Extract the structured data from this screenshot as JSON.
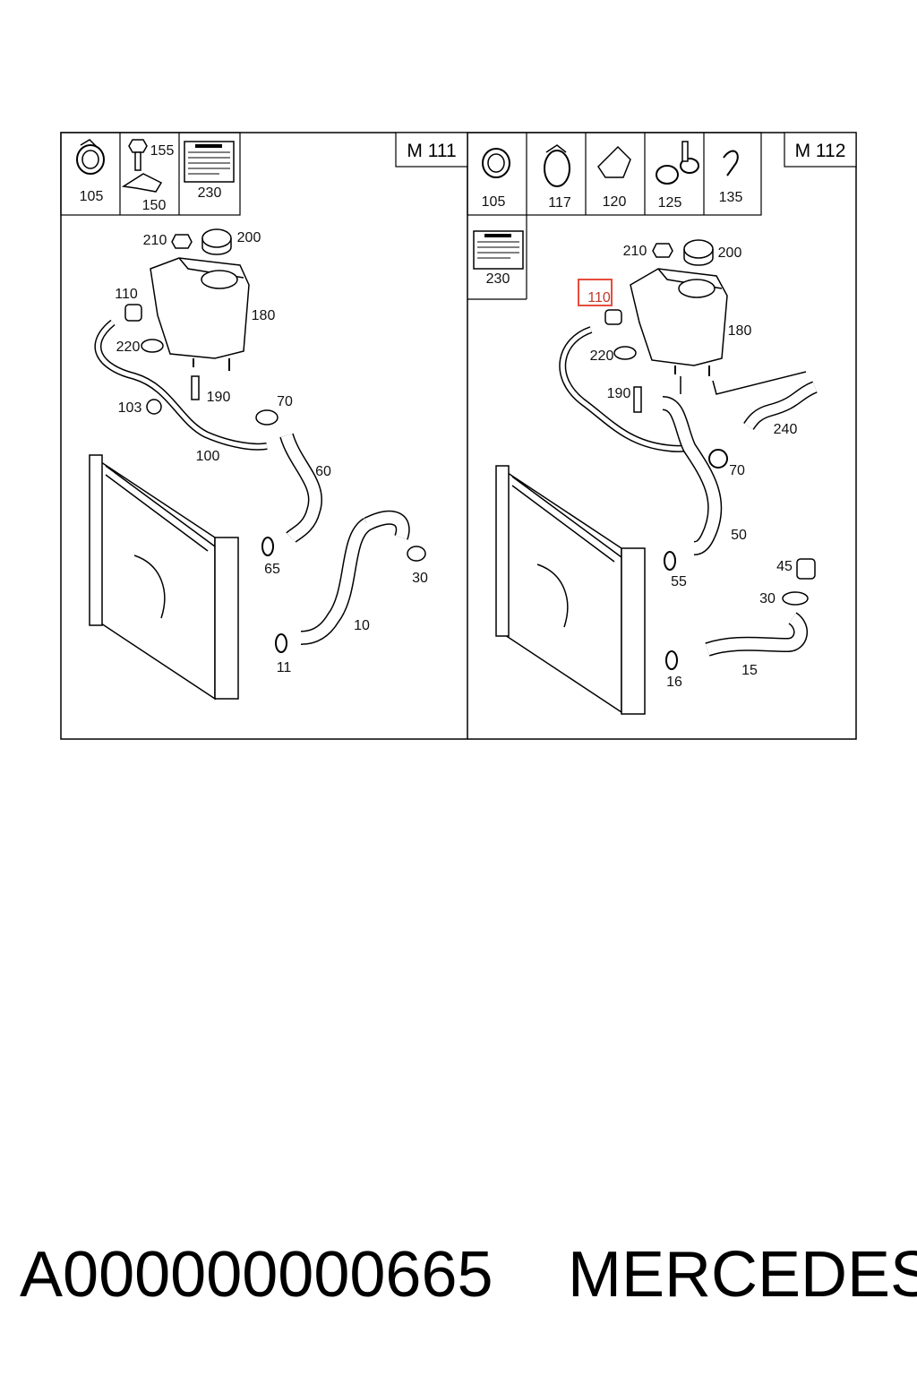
{
  "panels": {
    "left": {
      "model": "M 111",
      "header_parts": [
        "105",
        "155",
        "150",
        "230"
      ],
      "parts": [
        "210",
        "200",
        "110",
        "180",
        "220",
        "190",
        "103",
        "70",
        "100",
        "60",
        "65",
        "30",
        "10",
        "11"
      ]
    },
    "right": {
      "model": "M 112",
      "header_parts": [
        "105",
        "117",
        "120",
        "125",
        "135",
        "230"
      ],
      "parts": [
        "210",
        "200",
        "110",
        "180",
        "220",
        "190",
        "240",
        "70",
        "50",
        "55",
        "45",
        "30",
        "16",
        "15"
      ],
      "highlighted_part": "110"
    }
  },
  "highlight_color": "#e74c3c",
  "caption": {
    "part_number": "A000000000665",
    "brand": "MERCEDES"
  }
}
